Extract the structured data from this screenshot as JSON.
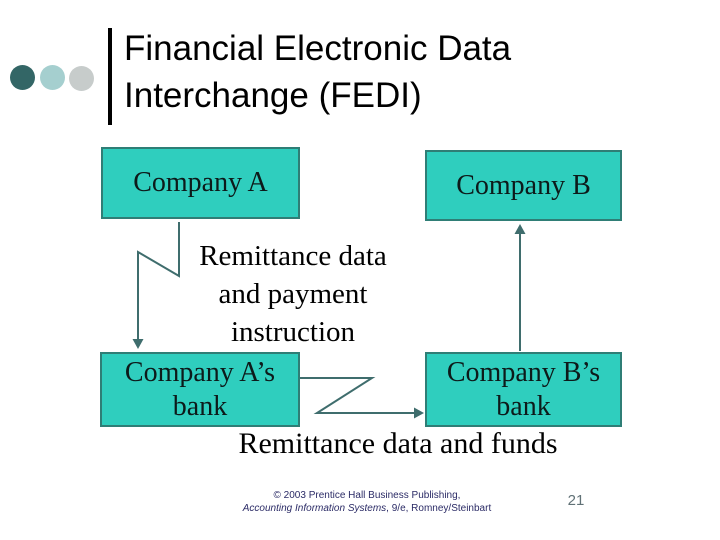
{
  "slide": {
    "title": {
      "line1": "Financial Electronic Data",
      "line2": "Interchange (FEDI)"
    }
  },
  "diagram": {
    "boxes": {
      "company_a": {
        "label": "Company A"
      },
      "company_b": {
        "label": "Company B"
      },
      "company_a_bank": {
        "line1": "Company A’s",
        "line2": "bank"
      },
      "company_b_bank": {
        "line1": "Company B’s",
        "line2": "bank"
      }
    },
    "flow_labels": {
      "payment_instruction": {
        "line1": "Remittance data",
        "line2": "and payment",
        "line3": "instruction"
      },
      "funds": "Remittance data and funds"
    },
    "connectors": [
      {
        "from": "company-a",
        "to": "company-a-bank",
        "label": "Remittance data and payment instruction",
        "direction": "down"
      },
      {
        "from": "company-a-bank",
        "to": "company-b-bank",
        "label": "Remittance data and funds",
        "direction": "right"
      },
      {
        "from": "company-b-bank",
        "to": "company-b",
        "label": "",
        "direction": "up"
      }
    ]
  },
  "footer": {
    "copyright_line": "© 2003 Prentice Hall Business Publishing,",
    "book_title_italic": "Accounting Information Systems",
    "citation_rest": ", 9/e, Romney/Steinbart",
    "page_number": "21"
  },
  "colors": {
    "box_fill": "#2FCEBE",
    "box_border": "#2F7E76",
    "connector": "#3F6D6D",
    "accent_dot_dark": "#336666",
    "accent_dot_light": "#A5CFCF",
    "accent_dot_gray": "#C7CCCB",
    "title_text": "#000000",
    "footer_text": "#2B2B66",
    "page_number_text": "#607176"
  }
}
